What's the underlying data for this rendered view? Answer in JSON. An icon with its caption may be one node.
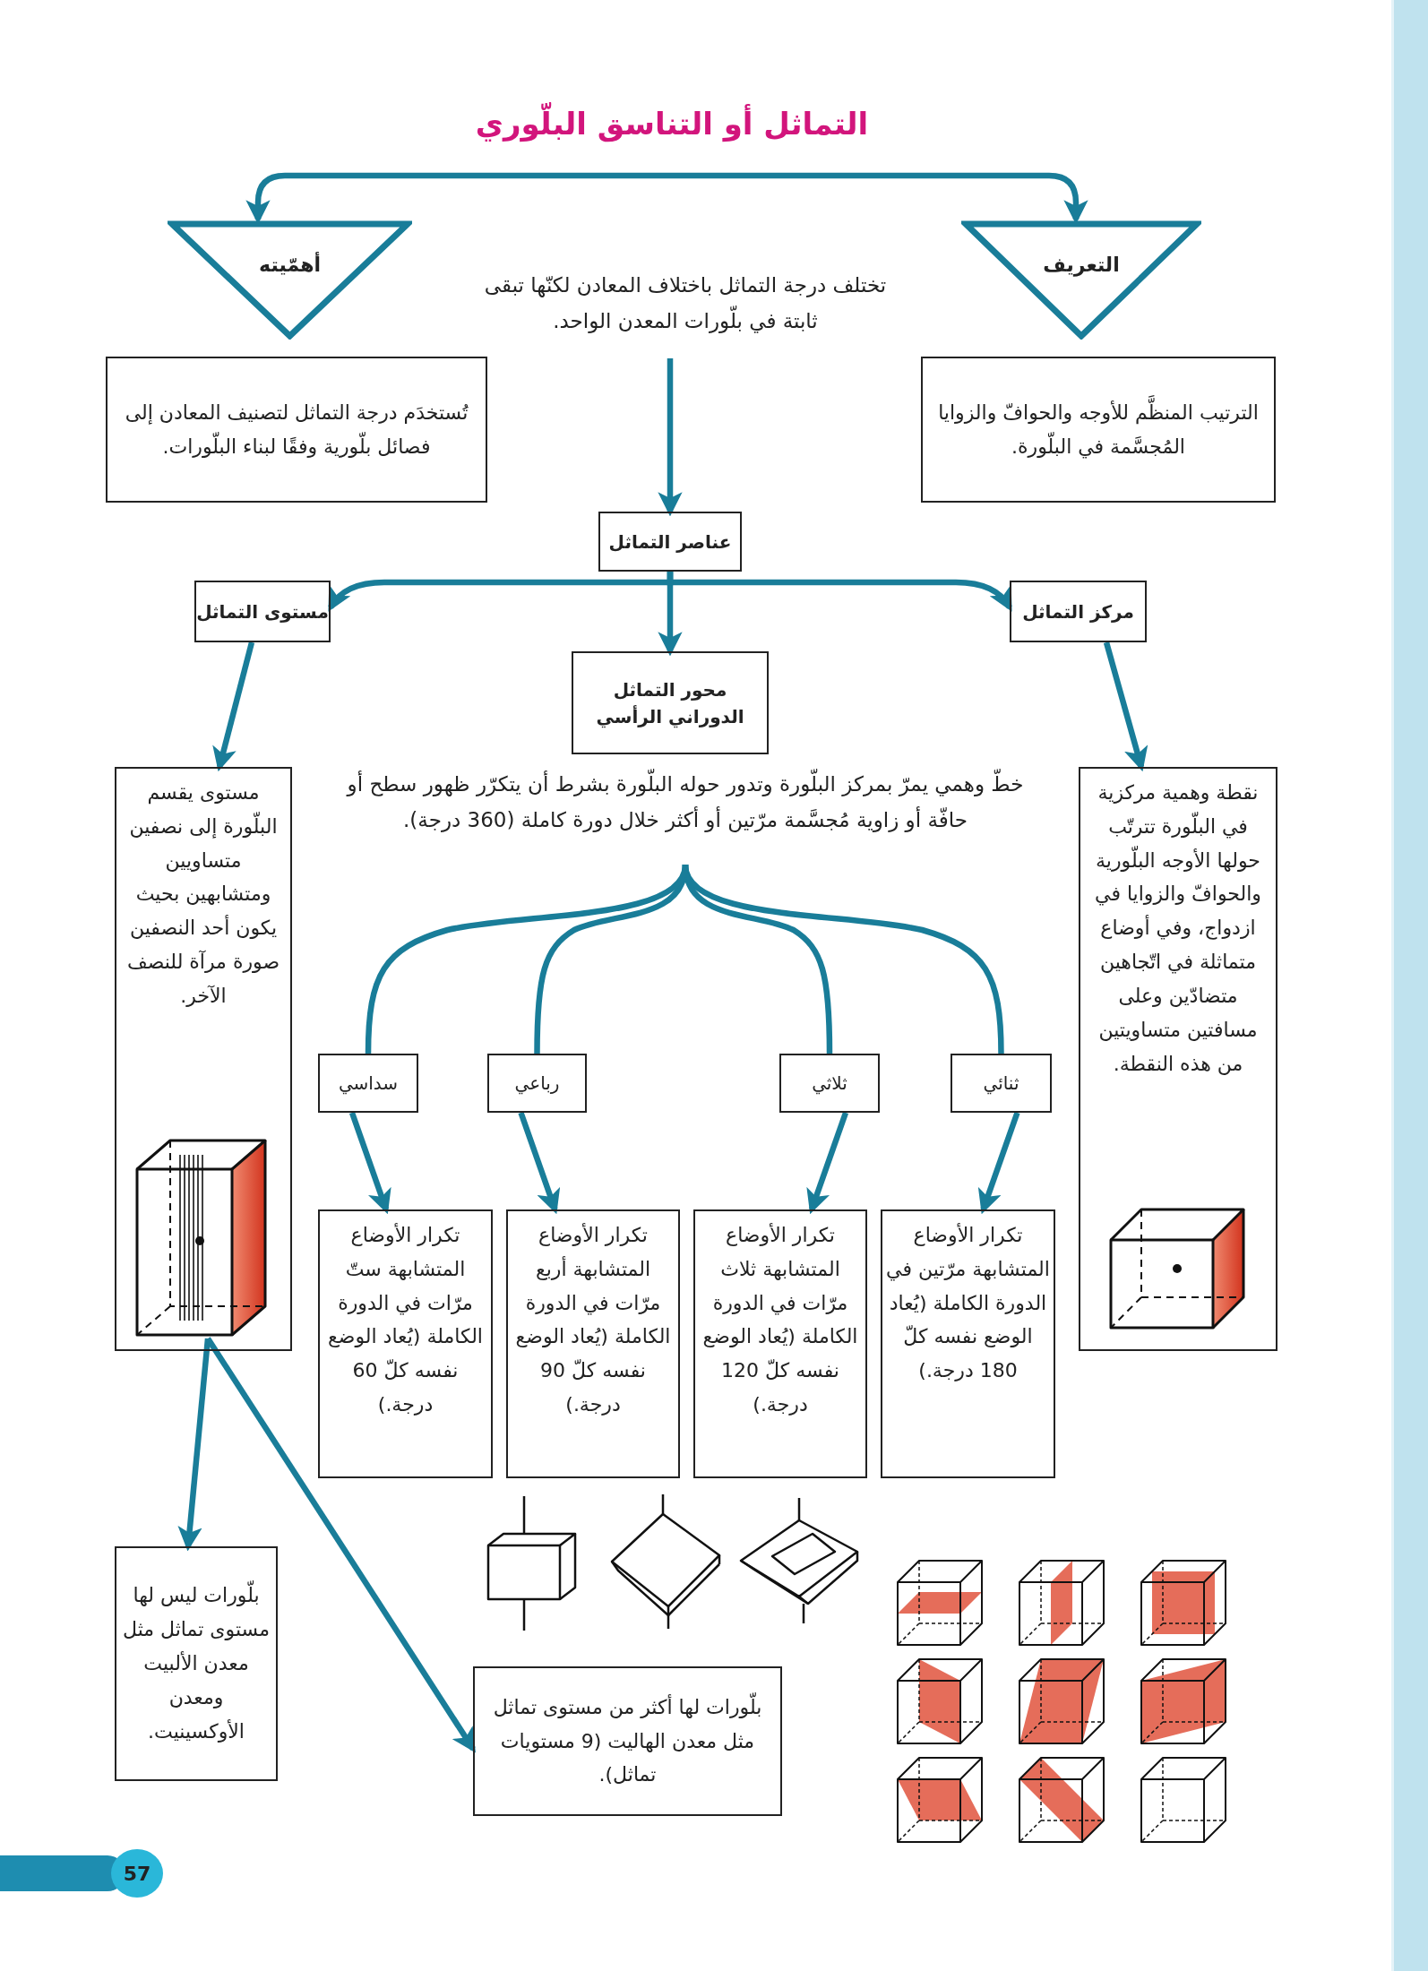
{
  "diagram": {
    "title": "التماثل أو التناسق البلّوري",
    "nodes": [
      {
        "text": [
          "التعريف"
        ]
      },
      {
        "text": [
          "أهمّيته"
        ]
      },
      {
        "text": [
          "تختلف درجة التماثل باختلاف المعادن لكنّها تبقى ثابتة في بلّورات المعدن الواحد."
        ]
      },
      {
        "text": [
          "الترتيب المنظَّم للأوجه والحوافّ والزوايا المُجسَّمة في البلّورة."
        ]
      },
      {
        "text": [
          "تُستخدَم درجة التماثل لتصنيف المعادن إلى فصائل بلّورية وفقًا لبناء البلّورات."
        ]
      },
      {
        "text": [
          "عناصر التماثل"
        ]
      },
      {
        "text": [
          "مركز التماثل"
        ]
      },
      {
        "text": [
          "محور التماثل الدوراني الرأسي"
        ]
      },
      {
        "text": [
          "مستوى التماثل"
        ]
      },
      {
        "text": [
          "خطّ وهمي يمرّ بمركز البلّورة وتدور حوله البلّورة بشرط أن يتكرّر ظهور سطح أو حافّة أو زاوية مُجسَّمة مرّتين أو أكثر خلال دورة كاملة (360 درجة)."
        ]
      },
      {
        "text": [
          "نقطة وهمية مركزية في البلّورة تترتّب حولها الأوجه البلّورية والحوافّ والزوايا في ازدواج، وفي أوضاع متماثلة في اتّجاهين متضادّين وعلى مسافتين متساويتين من هذه النقطة."
        ]
      },
      {
        "text": [
          "مستوى يقسم البلّورة إلى نصفين متساويين ومتشابهين بحيث يكون أحد النصفين صورة مرآة للنصف الآخر."
        ]
      },
      {
        "text": [
          "ثنائي"
        ]
      },
      {
        "text": [
          "ثلاثي"
        ]
      },
      {
        "text": [
          "رباعي"
        ]
      },
      {
        "text": [
          "سداسي"
        ]
      },
      {
        "text": [
          "تكرار الأوضاع المتشابهة مرّتين في الدورة الكاملة (يُعاد الوضع نفسه كلّ 180 درجة.)"
        ]
      },
      {
        "text": [
          "تكرار الأوضاع المتشابهة ثلاث مرّات في الدورة الكاملة (يُعاد الوضع نفسه كلّ 120 درجة.)"
        ]
      },
      {
        "text": [
          "تكرار الأوضاع المتشابهة أربع مرّات في الدورة الكاملة (يُعاد الوضع نفسه كلّ 90 درجة.)"
        ]
      },
      {
        "text": [
          "تكرار الأوضاع المتشابهة ستّ مرّات في الدورة الكاملة (يُعاد الوضع نفسه كلّ 60 درجة.)"
        ]
      },
      {
        "text": [],
        "shape": "picture",
        "in": 11
      },
      {
        "text": [
          "بلّورات ليس لها مستوى تماثل مثل معدن الألبيت ومعدن الأوكسينيت."
        ]
      },
      {
        "text": [
          "بلّورات لها أكثر من مستوى تماثل مثل معدن الهاليت (9 مستويات تماثل)."
        ]
      }
    ],
    "edges": [
      {
        "from": 0,
        "to": 1,
        "arrow": "both"
      },
      {
        "from": 2,
        "to": 5,
        "arrow": "to"
      },
      {
        "from": 5,
        "to": 6,
        "arrow": "to"
      },
      {
        "from": 5,
        "to": 7,
        "arrow": "to"
      },
      {
        "from": 5,
        "to": 8,
        "arrow": "to"
      },
      {
        "from": 6,
        "to": 10,
        "arrow": "to"
      },
      {
        "from": 8,
        "to": 11,
        "arrow": "to"
      },
      {
        "from": 9,
        "to": 12,
        "arrow": "none"
      },
      {
        "from": 9,
        "to": 13,
        "arrow": "none"
      },
      {
        "from": 9,
        "to": 14,
        "arrow": "none"
      },
      {
        "from": 9,
        "to": 15,
        "arrow": "none"
      },
      {
        "from": 12,
        "to": 16,
        "arrow": "to"
      },
      {
        "from": 13,
        "to": 17,
        "arrow": "to"
      },
      {
        "from": 14,
        "to": 18,
        "arrow": "to"
      },
      {
        "from": 15,
        "to": 19,
        "arrow": "to"
      },
      {
        "from": 20,
        "to": 21,
        "arrow": "to"
      },
      {
        "from": 20,
        "to": 22,
        "arrow": "to"
      }
    ],
    "labels": [
      "57"
    ]
  }
}
